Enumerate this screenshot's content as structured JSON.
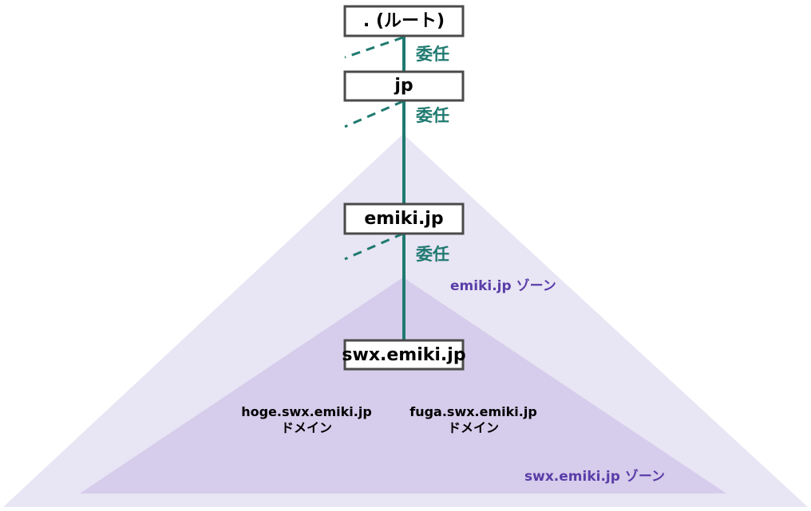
{
  "colors": {
    "zone_outer_fill": "#e8e5f4",
    "zone_inner_fill": "#d6cceb",
    "delegation_line": "#1f7a70",
    "delegation_label": "#1f7a70",
    "zone_label": "#5a3ea8",
    "node_border": "#4a4a4a"
  },
  "nodes": {
    "root": ". (ルート)",
    "jp": "jp",
    "emiki": "emiki.jp",
    "swx": "swx.emiki.jp"
  },
  "delegations": {
    "root_to_jp": "委任",
    "jp_to_emiki": "委任",
    "emiki_to_swx": "委任"
  },
  "zones": {
    "emiki_zone": "emiki.jp ゾーン",
    "swx_zone": "swx.emiki.jp ゾーン"
  },
  "domains": {
    "hoge": {
      "name": "hoge.swx.emiki.jp",
      "type": "ドメイン"
    },
    "fuga": {
      "name": "fuga.swx.emiki.jp",
      "type": "ドメイン"
    }
  }
}
